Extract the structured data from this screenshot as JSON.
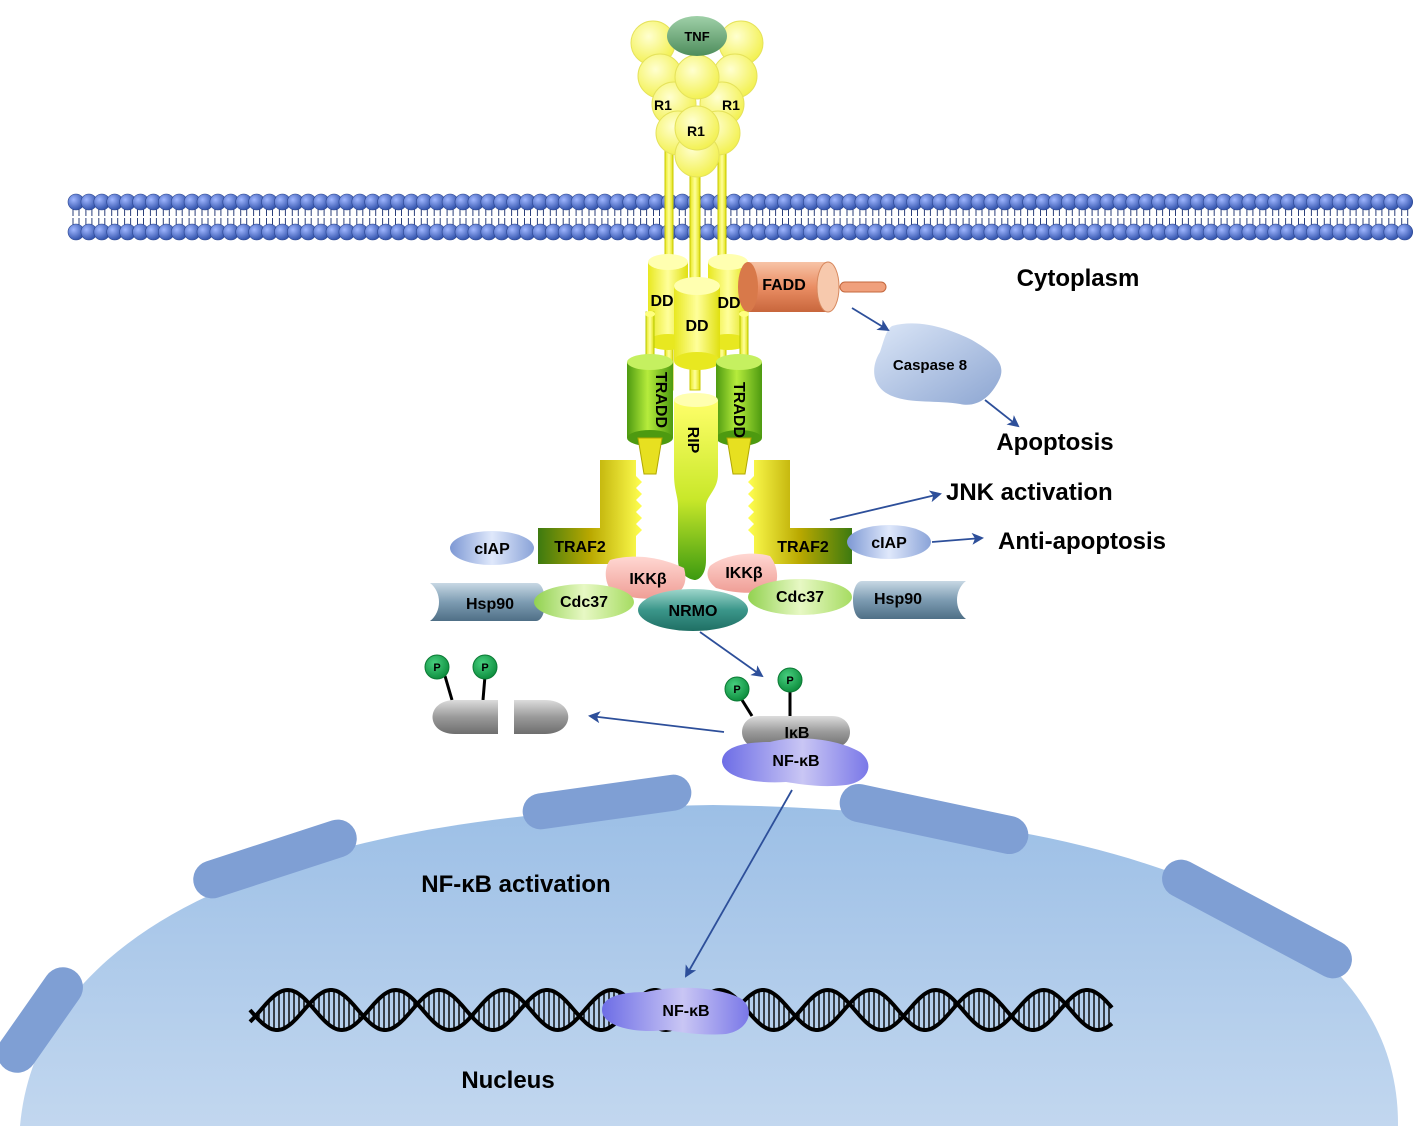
{
  "labels": {
    "tnf": "TNF",
    "r1_left": "R1",
    "r1_right": "R1",
    "r1_center": "R1",
    "cytoplasm": "Cytoplasm",
    "dd_left": "DD",
    "dd_center": "DD",
    "dd_right": "DD",
    "fadd": "FADD",
    "caspase8": "Caspase 8",
    "apoptosis": "Apoptosis",
    "tradd_left": "TRADD",
    "tradd_right": "TRADD",
    "rip": "RIP",
    "jnk": "JNK activation",
    "anti_apoptosis": "Anti-apoptosis",
    "ciap_left": "cIAP",
    "ciap_right": "cIAP",
    "traf2_left": "TRAF2",
    "traf2_right": "TRAF2",
    "ikkb_left": "IKKβ",
    "ikkb_right": "IKKβ",
    "hsp90_left": "Hsp90",
    "hsp90_right": "Hsp90",
    "cdc37_left": "Cdc37",
    "cdc37_right": "Cdc37",
    "nrmo": "NRMO",
    "p": "P",
    "ikb": "IκB",
    "nfkb_cyto": "NF-κB",
    "nfkb_activation": "NF-κB activation",
    "nfkb_nucleus": "NF-κB",
    "nucleus": "Nucleus"
  },
  "colors": {
    "membrane_head": "#3b5fb8",
    "receptor_yellow": "#ffff66",
    "tnf_green": "#6fae7a",
    "fadd_orange": "#e9865a",
    "caspase_blue": "#9fb4d8",
    "tradd_green": "#7dc21e",
    "traf2_gold": "#c8b400",
    "ikk_pink": "#f4b6b0",
    "hsp90_slate": "#6e8fa6",
    "cdc37_green": "#b9e27a",
    "nrmo_teal": "#2f8a7e",
    "phospho_green": "#10a84a",
    "ikb_grey": "#8c8c8c",
    "nfkb_purple": "#7b7be8",
    "nucleus_blue": "#a7c6e8",
    "arrow_blue": "#2d4f9a"
  }
}
